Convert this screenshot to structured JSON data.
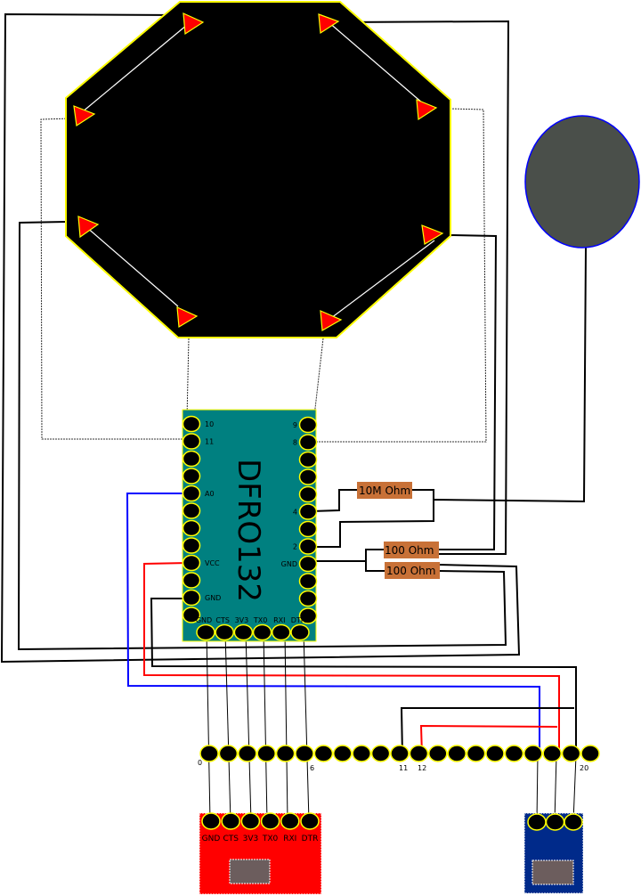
{
  "diagram": {
    "colors": {
      "pad_fill": "#000000",
      "pad_outline": "#ffff00",
      "electrode_arrow": "#ff0000",
      "module_board": "#008080",
      "ftdi_board": "#ff0000",
      "rf_board": "#002a8a",
      "resistor": "#c87137",
      "speaker": "#4a4f4a",
      "speaker_outline": "#0000ff",
      "wire_blue": "#0000ff",
      "wire_red": "#ff0000"
    },
    "module": {
      "name": "DFRO132",
      "left_pins": [
        "10",
        "11",
        "",
        "",
        "A0",
        "",
        "",
        "",
        "VCC",
        "",
        "GND",
        ""
      ],
      "right_pins": [
        "9",
        "8",
        "",
        "",
        "",
        "4",
        "",
        "2",
        "GND",
        "",
        "",
        ""
      ],
      "bottom_pins": [
        "GND",
        "CTS",
        "3V3",
        "TX0",
        "RXI",
        "DTR"
      ]
    },
    "resistors": [
      {
        "label": "10M Ohm"
      },
      {
        "label": "100 Ohm"
      },
      {
        "label": "100 Ohm"
      }
    ],
    "header_strip": {
      "labels": {
        "first": "0",
        "sixth": "6",
        "eleventh": "11",
        "twelfth": "12",
        "last": "20"
      }
    },
    "ftdi_board": {
      "pins": [
        "GND",
        "CTS",
        "3V3",
        "TX0",
        "RXI",
        "DTR"
      ]
    },
    "rf_board": {
      "pin_count": 3
    }
  }
}
